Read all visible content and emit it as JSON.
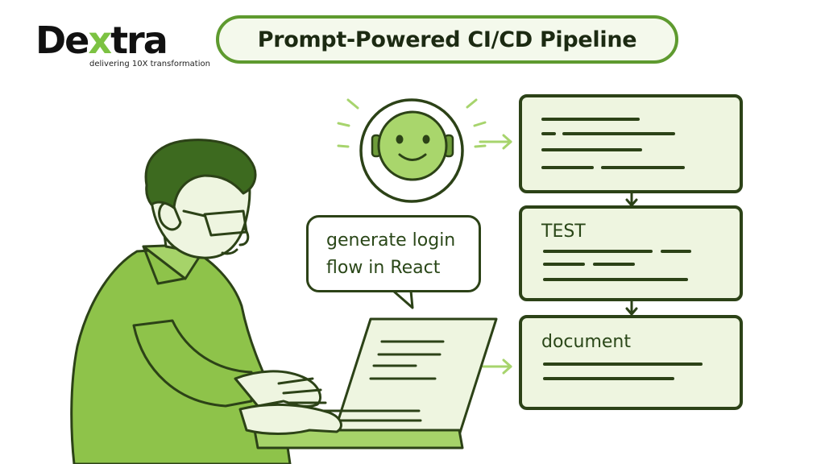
{
  "brand": {
    "name_start": "De",
    "name_x": "x",
    "name_end": "tra",
    "tagline": "delivering 10X transformation"
  },
  "title": "Prompt-Powered CI/CD Pipeline",
  "prompt_bubble": {
    "line1": "generate login",
    "line2": "flow in React"
  },
  "pipeline": {
    "stage2_label": "TEST",
    "stage3_label": "document"
  },
  "colors": {
    "accent": "#7cc242",
    "dark_green": "#2c4217",
    "light_green": "#eef5e0",
    "title_border": "#5e9a2f"
  },
  "icons": [
    "robot-face-icon",
    "laptop-icon",
    "arrow-right-icon",
    "arrow-down-icon"
  ]
}
